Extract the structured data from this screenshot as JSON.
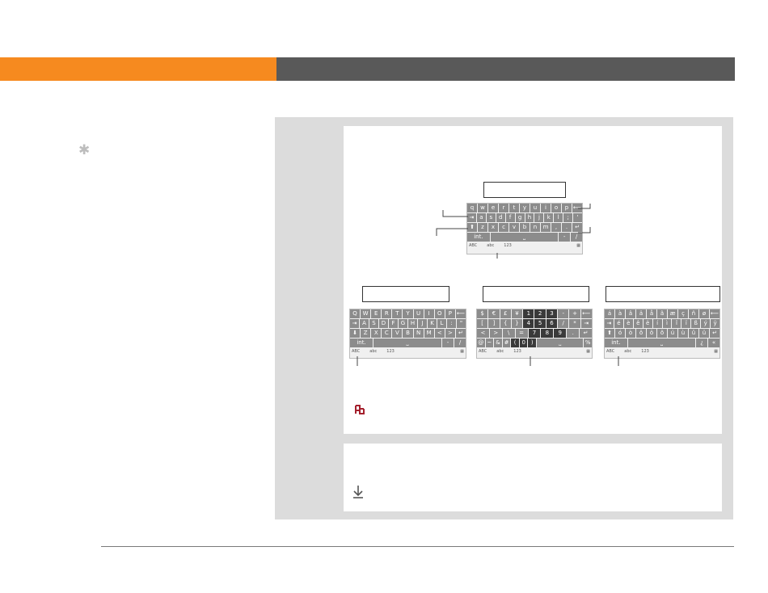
{
  "header": {
    "orange_color": "#f68a1f",
    "gray_color": "#595959"
  },
  "sidebar": {
    "tip_icon": "asterisk-icon"
  },
  "main": {
    "keyboards": {
      "main_keyboard": {
        "rows": [
          [
            "q",
            "w",
            "e",
            "r",
            "t",
            "y",
            "u",
            "i",
            "o",
            "p",
            "⟵"
          ],
          [
            "⇥",
            "a",
            "s",
            "d",
            "f",
            "g",
            "h",
            "j",
            "k",
            "l",
            ";",
            "'"
          ],
          [
            "⬆",
            "z",
            "x",
            "c",
            "v",
            "b",
            "n",
            "m",
            ",",
            ".",
            "↵"
          ],
          [
            "int.",
            "⎵",
            "-",
            "/"
          ]
        ],
        "tabs": [
          "ABC",
          "abc",
          "123"
        ]
      },
      "uppercase_keyboard": {
        "rows": [
          [
            "Q",
            "W",
            "E",
            "R",
            "T",
            "Y",
            "U",
            "I",
            "O",
            "P",
            "⟵"
          ],
          [
            "⇥",
            "A",
            "S",
            "D",
            "F",
            "G",
            "H",
            "J",
            "K",
            "L",
            ":",
            "\""
          ],
          [
            "⬇",
            "Z",
            "X",
            "C",
            "V",
            "B",
            "N",
            "M",
            "<",
            ">",
            "↵"
          ],
          [
            "int.",
            "⎵",
            "-",
            "/"
          ]
        ],
        "tabs": [
          "ABC",
          "abc",
          "123"
        ]
      },
      "numeric_keyboard": {
        "rows": [
          [
            "$",
            "€",
            "£",
            "¥",
            "1",
            "2",
            "3",
            "-",
            "+",
            "⟵"
          ],
          [
            "[",
            "]",
            "{",
            "}",
            "4",
            "5",
            "6",
            "/",
            "*",
            "⇥"
          ],
          [
            "<",
            ">",
            "\\",
            "=",
            "7",
            "8",
            "9",
            ".",
            "↵"
          ],
          [
            "@",
            "~",
            "&",
            "#",
            "(",
            "0",
            ")",
            "⎵",
            "%"
          ]
        ],
        "tabs": [
          "ABC",
          "abc",
          "123"
        ]
      },
      "international_keyboard": {
        "rows": [
          [
            "á",
            "à",
            "â",
            "ä",
            "å",
            "ã",
            "æ",
            "ç",
            "ñ",
            "ø",
            "⟵"
          ],
          [
            "⇥",
            "é",
            "è",
            "ê",
            "ë",
            "í",
            "ì",
            "î",
            "ï",
            "ß",
            "ý",
            "ÿ"
          ],
          [
            "⬆",
            "ó",
            "ò",
            "ô",
            "ö",
            "õ",
            "ú",
            "ù",
            "û",
            "ü",
            "↵"
          ],
          [
            "int.",
            "⎵",
            "¿",
            "«"
          ]
        ],
        "tabs": [
          "ABC",
          "abc",
          "123"
        ]
      }
    },
    "icons": {
      "note": "note-icon",
      "download": "download-arrow-icon"
    }
  }
}
